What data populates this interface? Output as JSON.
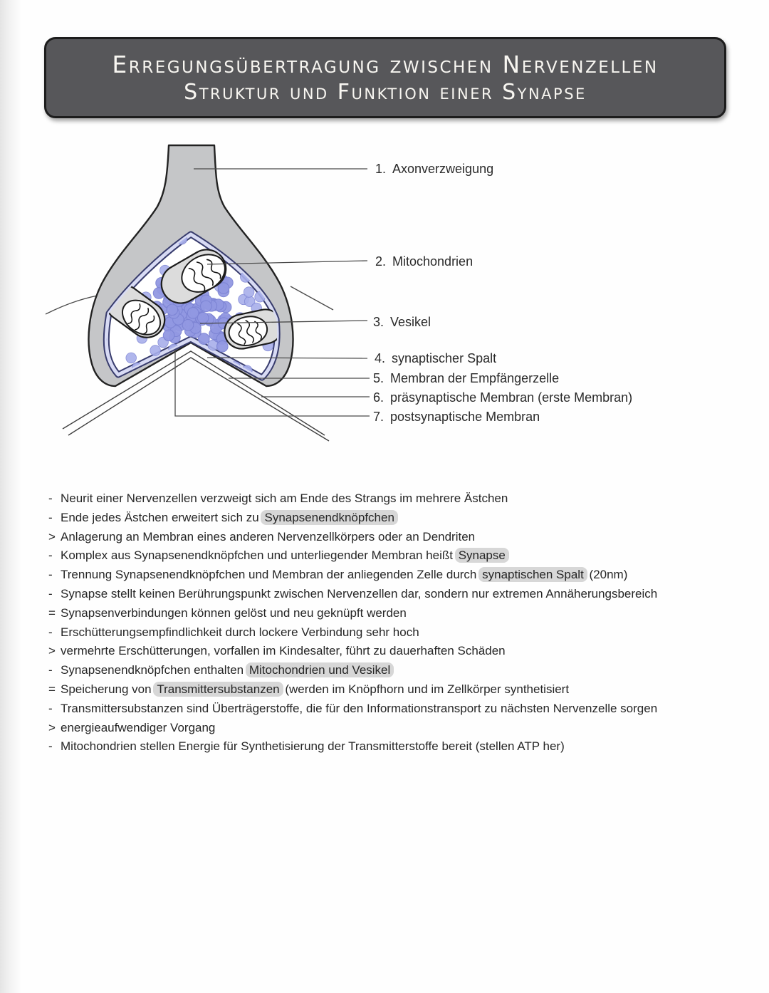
{
  "header": {
    "title_line1": "Erregungsübertragung zwischen Nervenzellen",
    "title_line2": "Struktur und Funktion einer Synapse",
    "bg": "#57575a",
    "border": "#1d1d1d",
    "text_color": "#f8f6f1"
  },
  "diagram": {
    "labels": [
      {
        "num": "1.",
        "text": "Axonverzweigung"
      },
      {
        "num": "2.",
        "text": "Mitochondrien"
      },
      {
        "num": "3.",
        "text": "Vesikel"
      },
      {
        "num": "4.",
        "text": "synaptischer Spalt"
      },
      {
        "num": "5.",
        "text": "Membran der Empfängerzelle"
      },
      {
        "num": "6.",
        "text": "präsynaptische Membran (erste Membran)"
      },
      {
        "num": "7.",
        "text": "postsynaptische Membran"
      }
    ],
    "colors": {
      "axon_fill": "#c5c6c8",
      "outline": "#222222",
      "membrane_band": "#d8dbf4",
      "membrane_edge": "#383c6d",
      "vesicle": "#a8aeea",
      "vesicle_dense": "#9298e2",
      "vesicle_edge": "#7d84d4",
      "mito_fill": "#dcdcdc",
      "mito_face": "#ffffff",
      "leader": "#4a4a4a"
    }
  },
  "notes": {
    "highlight_color": "#d7d7d7",
    "lines": [
      {
        "marker": "-",
        "segments": [
          {
            "text": "Neurit einer Nervenzellen verzweigt sich am Ende des Strangs im mehrere Ästchen"
          }
        ]
      },
      {
        "marker": "-",
        "segments": [
          {
            "text": "Ende jedes Ästchen erweitert sich zu "
          },
          {
            "text": "Synapsenendknöpfchen",
            "highlight": true
          }
        ]
      },
      {
        "marker": ">",
        "segments": [
          {
            "text": "Anlagerung an Membran eines anderen Nervenzellkörpers oder an Dendriten"
          }
        ]
      },
      {
        "marker": "-",
        "segments": [
          {
            "text": "Komplex aus Synapsenendknöpfchen und unterliegender Membran heißt "
          },
          {
            "text": "Synapse",
            "highlight": true
          }
        ]
      },
      {
        "marker": "-",
        "segments": [
          {
            "text": "Trennung Synapsenendknöpfchen und Membran der anliegenden Zelle  durch "
          },
          {
            "text": "synaptischen Spalt",
            "highlight": true
          },
          {
            "text": " (20nm)"
          }
        ]
      },
      {
        "marker": "-",
        "segments": [
          {
            "text": "Synapse stellt keinen Berührungspunkt zwischen Nervenzellen dar, sondern nur extremen Annäherungsbereich"
          }
        ]
      },
      {
        "marker": "=",
        "segments": [
          {
            "text": "Synapsenverbindungen können gelöst und neu geknüpft werden"
          }
        ]
      },
      {
        "marker": "-",
        "segments": [
          {
            "text": "Erschütterungsempfindlichkeit durch lockere Verbindung sehr hoch"
          }
        ]
      },
      {
        "marker": ">",
        "segments": [
          {
            "text": "vermehrte Erschütterungen, vorfallen im Kindesalter, führt zu dauerhaften Schäden"
          }
        ]
      },
      {
        "marker": "-",
        "segments": [
          {
            "text": "Synapsenendknöpfchen enthalten "
          },
          {
            "text": "Mitochondrien und Vesikel",
            "highlight": true
          }
        ]
      },
      {
        "marker": "=",
        "segments": [
          {
            "text": "Speicherung von "
          },
          {
            "text": "Transmittersubstanzen",
            "highlight": true
          },
          {
            "text": " (werden im Knöpfhorn und im Zellkörper synthetisiert"
          }
        ]
      },
      {
        "marker": "-",
        "segments": [
          {
            "text": "Transmittersubstanzen sind Überträgerstoffe, die für den Informationstransport zu nächsten Nervenzelle sorgen"
          }
        ]
      },
      {
        "marker": ">",
        "segments": [
          {
            "text": "energieaufwendiger Vorgang"
          }
        ]
      },
      {
        "marker": "-",
        "segments": [
          {
            "text": "Mitochondrien stellen Energie für Synthetisierung der Transmitterstoffe bereit (stellen ATP her)"
          }
        ]
      }
    ]
  }
}
